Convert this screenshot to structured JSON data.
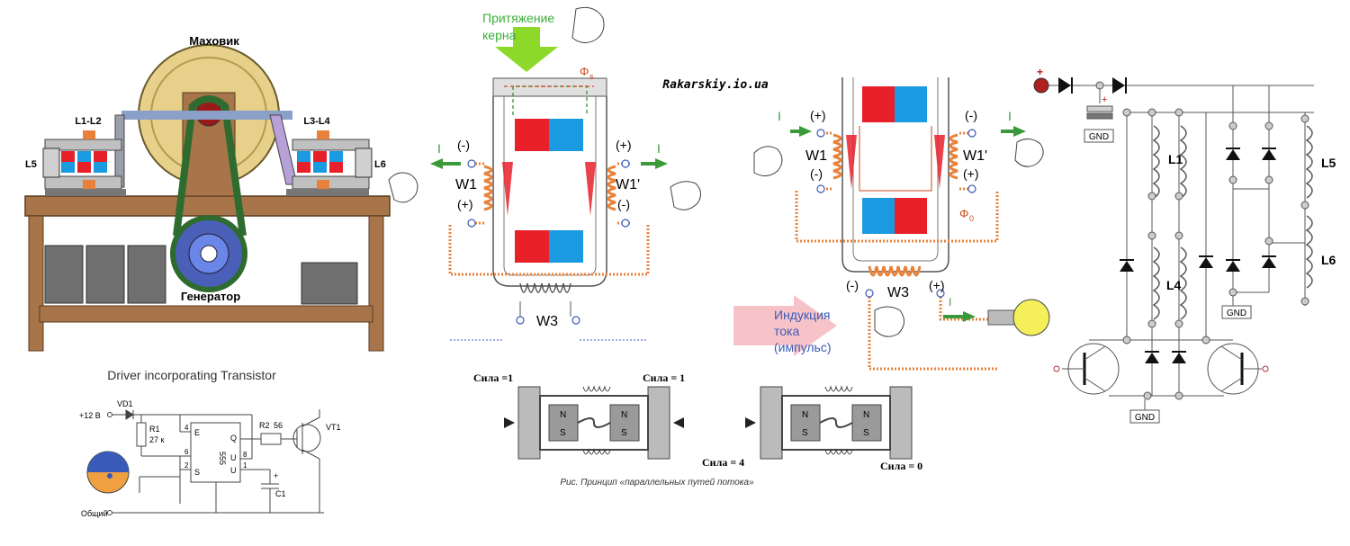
{
  "colors": {
    "wire": "#e8823a",
    "red": "#e8202a",
    "blue": "#1a9ae0",
    "green_arrow": "#3a9a3a",
    "lime_arrow": "#8cd92a",
    "pink_arrow": "#f7c3c8",
    "flywheel": "#e6d08a",
    "wood": "#a8754a",
    "belt": "#2e6b2e",
    "generator": "#4a5fb8"
  },
  "machine": {
    "flywheel_label": "Маховик",
    "coil_left_label": "L1-L2",
    "coil_right_label": "L3-L4",
    "coil_far_left_label": "L5",
    "coil_far_right_label": "L6",
    "generator_label": "Генератор"
  },
  "driver": {
    "title": "Driver incorporating Transistor",
    "supply_label": "+12 В",
    "diode_label": "VD1",
    "r1_label": "R1",
    "r1_value": "27 к",
    "r2_label": "R2",
    "r2_value": "56",
    "ic_label": "555",
    "transistor_label": "VT1",
    "cap_label": "C1",
    "cap_plus": "+",
    "ground_label": "Общий",
    "pin4": "4",
    "pin8": "8",
    "pin6": "6",
    "pin2": "2",
    "pin1": "1",
    "pin_e": "E",
    "pin_s": "S",
    "pin_q": "Q",
    "pin_u1": "U",
    "pin_u2": "U"
  },
  "center": {
    "attraction_label_1": "Притяжение",
    "attraction_label_2": "керна",
    "phi_label": "Φ",
    "phi_sub": "s",
    "minus_left": "(-)",
    "plus_right": "(+)",
    "w1": "W1",
    "w1p": "W1'",
    "plus_left": "(+)",
    "minus_right": "(-)",
    "w3": "W3",
    "i_left": "I",
    "i_right": "I"
  },
  "watermark": "Rakarskiy.io.ua",
  "right_device": {
    "plus_left": "(+)",
    "minus_right": "(-)",
    "w1": "W1",
    "w1p": "W1'",
    "minus_left": "(-)",
    "plus_right": "(+)",
    "phi_label": "Φ",
    "phi_sub": "0",
    "minus_bottom": "(-)",
    "w3": "W3",
    "plus_bottom": "(+)",
    "i_left": "I",
    "i_right": "I",
    "i_lamp": "I",
    "induction_1": "Индукция",
    "induction_2": "тока",
    "induction_3": "(импульс)"
  },
  "parallel": {
    "force_left_top": "Сила =1",
    "force_right_top": "Сила = 1",
    "force_bottom_left": "Сила = 4",
    "force_bottom_right": "Сила = 0",
    "caption": "Рис. Принцип «параллельных путей потока»",
    "n": "N",
    "s": "S"
  },
  "circuit": {
    "plus": "+",
    "cap_plus": "+",
    "gnd_top": "GND",
    "l1": "L1",
    "l4": "L4",
    "l5": "L5",
    "l6": "L6",
    "gnd_right": "GND",
    "gnd_bottom": "GND"
  }
}
